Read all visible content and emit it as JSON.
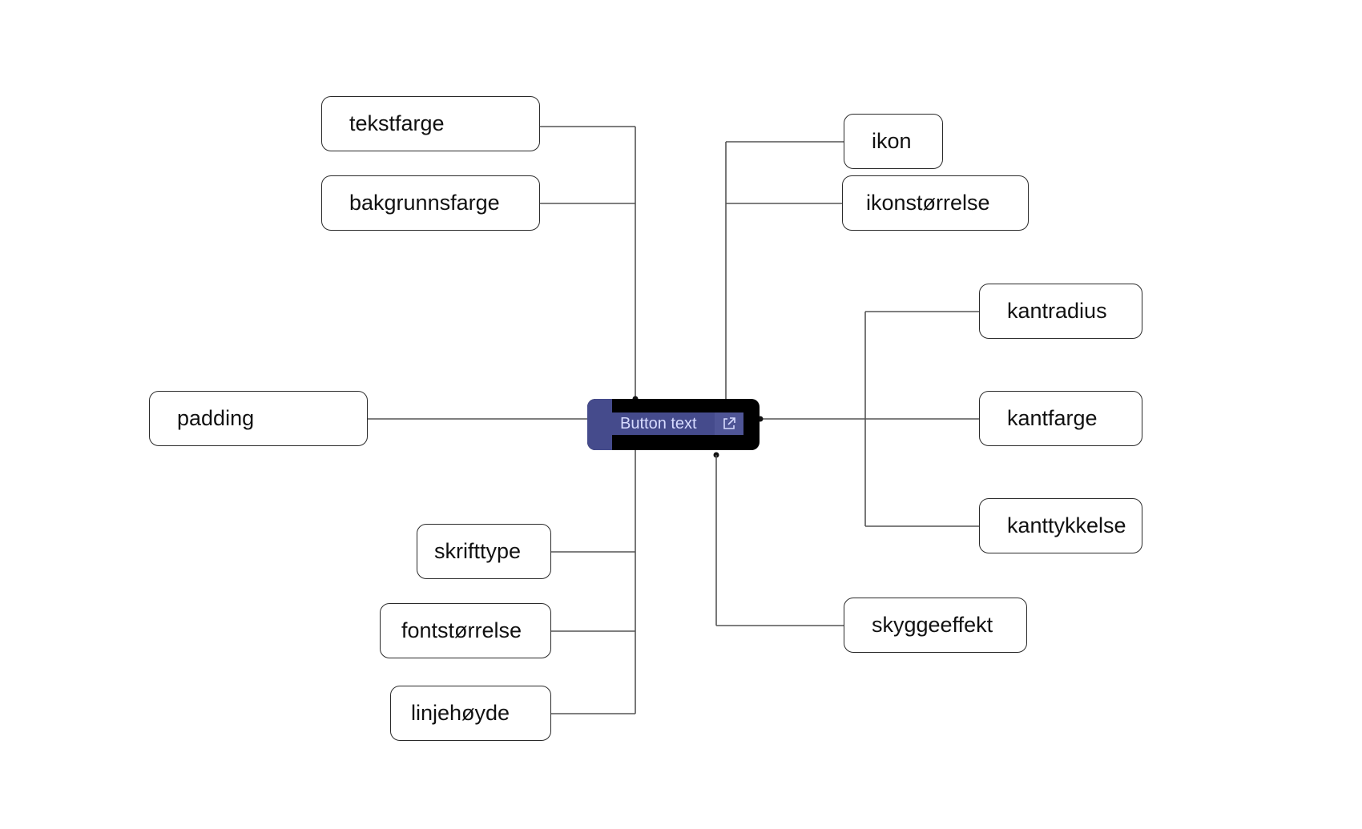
{
  "center": {
    "label": "Button text",
    "icon": "external-link-icon",
    "colors": {
      "background": "#000000",
      "highlight": "#454b8c",
      "text": "#d7dbff"
    }
  },
  "nodes": {
    "tekstfarge": "tekstfarge",
    "bakgrunnsfarge": "bakgrunnsfarge",
    "padding": "padding",
    "skrifttype": "skrifttype",
    "fontstorrelse": "fontstørrelse",
    "linjehoyde": "linjehøyde",
    "ikon": "ikon",
    "ikonstorrelse": "ikonstørrelse",
    "kantradius": "kantradius",
    "kantfarge": "kantfarge",
    "kanttykkelse": "kanttykkelse",
    "skyggeeffekt": "skyggeeffekt"
  }
}
